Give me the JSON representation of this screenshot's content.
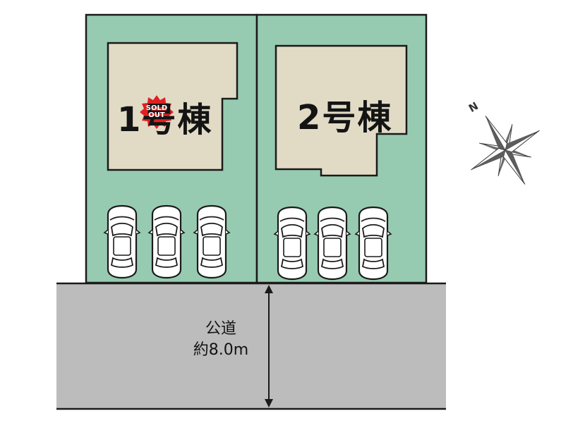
{
  "lots": [
    {
      "label": "1号棟",
      "status_badge": "SOLD OUT",
      "parking_spaces": 3
    },
    {
      "label": "2号棟",
      "parking_spaces": 3
    }
  ],
  "road": {
    "name": "公道",
    "width": "約8.0m"
  },
  "compass": {
    "north_label": "N"
  },
  "colors": {
    "lot_fill": "#97cbb1",
    "building_fill": "#e1dbc6",
    "road_fill": "#bcbcbc",
    "badge_red": "#e02020",
    "outline": "#1a1a1a"
  }
}
